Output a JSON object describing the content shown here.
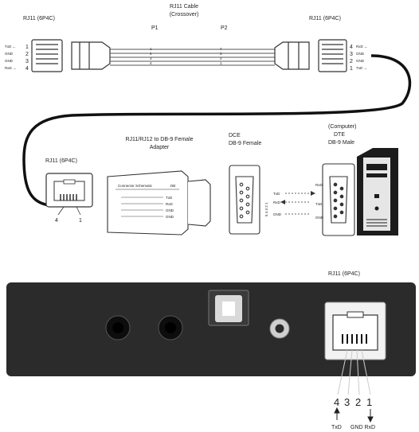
{
  "top": {
    "left_connector_label": "RJ11 (6P4C)",
    "cable_title": "RJ11 Cable",
    "cable_subtitle": "(Crossover)",
    "p1": "P1",
    "p2": "P2",
    "right_connector_label": "RJ11 (6P4C)",
    "left_pins": [
      "TxD ←",
      "GND",
      "GND",
      "RxD →"
    ],
    "left_pin_nums": [
      "1",
      "2",
      "3",
      "4"
    ],
    "right_pins": [
      "RxD ←",
      "GND",
      "GND",
      "TxD →"
    ],
    "right_pin_nums": [
      "4",
      "3",
      "2",
      "1"
    ],
    "wire_left_nums": [
      "1",
      "2",
      "3",
      "4"
    ],
    "wire_right_nums": [
      "4",
      "3",
      "2",
      "1"
    ]
  },
  "middle": {
    "jack_label": "RJ11 (6P4C)",
    "jack_pin_left": "4",
    "jack_pin_right": "1",
    "adapter_title_1": "RJ11/RJ12  to  DB-9 Female",
    "adapter_title_2": "Adapter",
    "adapter_header": "Connector Schematic",
    "adapter_header_right": "DB",
    "adapter_lines": [
      "TxD",
      "RxD",
      "GND",
      "GND"
    ],
    "dce_title_1": "DCE",
    "dce_title_2": "DB-9 Female",
    "dce_pins": [
      "5 4 3 2 1"
    ],
    "dce_signals": [
      "TxD",
      "RxD",
      "GND"
    ],
    "dte_title_1": "(Computer)",
    "dte_title_2": "DTE",
    "dte_title_3": "DB-9 Male",
    "dte_signals": [
      "RxD",
      "TxD",
      "GND"
    ]
  },
  "bottom": {
    "jack_label": "RJ11 (6P4C)",
    "pin_numbers": [
      "4",
      "3",
      "2",
      "1"
    ],
    "signal_txd": "TxD",
    "signal_gnd_rxd": "GND RxD",
    "panel_color": "#2b2b2b"
  }
}
